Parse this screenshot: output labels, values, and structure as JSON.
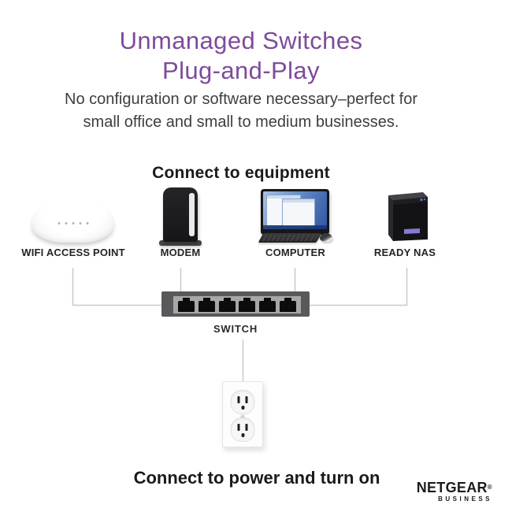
{
  "header": {
    "title_line1": "Unmanaged Switches",
    "title_line2": "Plug-and-Play",
    "subtitle_line1": "No configuration or software necessary–perfect for",
    "subtitle_line2": "small office and small to medium businesses."
  },
  "equipment_section": {
    "heading": "Connect to equipment",
    "devices": [
      {
        "id": "wifi-access-point",
        "label": "WIFI ACCESS POINT"
      },
      {
        "id": "modem",
        "label": "MODEM"
      },
      {
        "id": "computer",
        "label": "COMPUTER"
      },
      {
        "id": "ready-nas",
        "label": "READY NAS"
      }
    ]
  },
  "network_switch": {
    "label": "SWITCH",
    "port_count": 6
  },
  "power_section": {
    "heading": "Connect to power and turn on"
  },
  "brand": {
    "name": "NETGEAR",
    "registered_mark": "®",
    "tagline": "BUSINESS"
  },
  "colors": {
    "title_purple": "#7e4b9b",
    "body_text": "#3e3e40",
    "heading_text": "#1a1a1a",
    "connector_gray": "#c9c9ca",
    "switch_frame": "#59595b",
    "switch_face": "#a7a7a9",
    "port_black": "#0c0c0d",
    "nas_lcd_purple": "#837bd6"
  }
}
